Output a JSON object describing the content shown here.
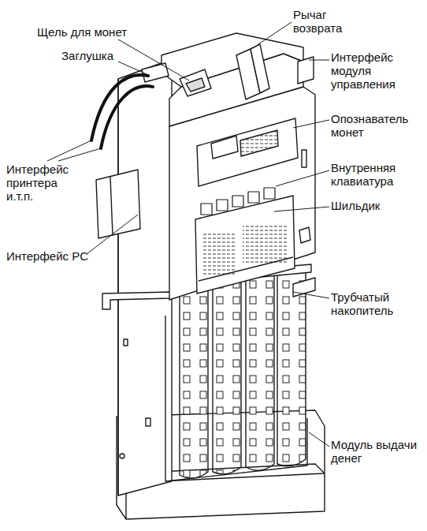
{
  "diagram": {
    "labels": [
      "Щель для монет",
      "Заглушка",
      "Интерфейс принтера и.т.п.",
      "Интерфейс PC",
      "Рычаг возврата",
      "Интерфейс модуля управления",
      "Опознаватель монет",
      "Внутренняя клавиатура",
      "Шильдик",
      "Трубчатый накопитель",
      "Модуль выдачи денег"
    ]
  }
}
